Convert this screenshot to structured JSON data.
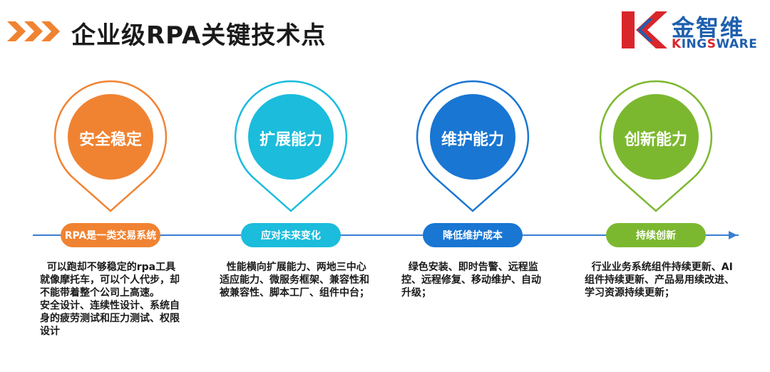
{
  "header": {
    "title": "企业级RPA关键技术点",
    "logo_cn": "金智维",
    "logo_en_k": "K",
    "logo_en_rest_1": "ING",
    "logo_en_s": "S",
    "logo_en_rest_2": "WARE"
  },
  "colors": {
    "orange": "#f08332",
    "cyan": "#1bbcdc",
    "blue": "#1976d2",
    "green": "#7cb82f",
    "timeline": "#3b7ed3"
  },
  "items": [
    {
      "title": "安全稳定",
      "pill": "RPA是一类交易系统",
      "desc": [
        "  可以跑却不够稳定的rpa工具就像摩托车，可以个人代步，却不能带着整个公司上高速。",
        "安全设计、连续性设计、系统自身的疲劳测试和压力测试、权限设计"
      ]
    },
    {
      "title": "扩展能力",
      "pill": "应对未来变化",
      "desc": [
        "  性能横向扩展能力、两地三中心适应能力、微服务框架、兼容性和被兼容性、脚本工厂、组件中台；"
      ]
    },
    {
      "title": "维护能力",
      "pill": "降低维护成本",
      "desc": [
        "  绿色安装、即时告警、远程监控、远程修复、移动维护、自动升级；"
      ]
    },
    {
      "title": "创新能力",
      "pill": "持续创新",
      "desc": [
        "  行业业务系统组件持续更新、AI组件持续更新、产品易用续改进、学习资源持续更新；"
      ]
    }
  ]
}
